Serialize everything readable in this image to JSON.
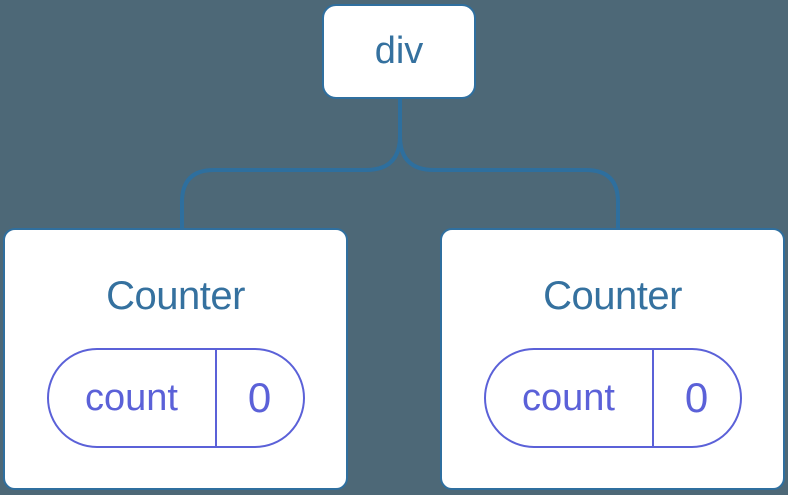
{
  "diagram": {
    "kind": "component-tree",
    "root": {
      "label": "div"
    },
    "children": [
      {
        "title": "Counter",
        "state": {
          "key": "count",
          "value": "0"
        }
      },
      {
        "title": "Counter",
        "state": {
          "key": "count",
          "value": "0"
        }
      }
    ]
  },
  "colors": {
    "background": "#4D6877",
    "connector_line": "#2E6F9E",
    "node_border": "#2F6F9F",
    "node_text": "#35719F",
    "node_background": "#FFFFFF",
    "state_accent": "#5B61D8"
  }
}
